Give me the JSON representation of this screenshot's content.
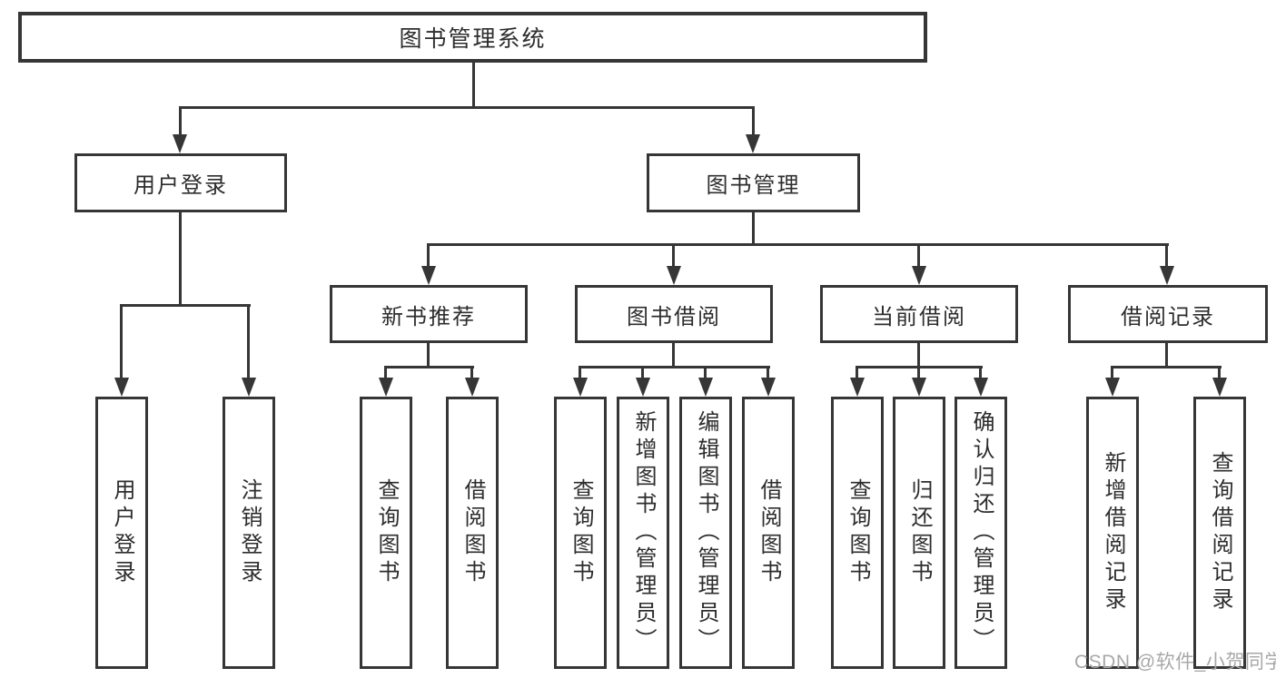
{
  "diagram": {
    "root": {
      "label": "图书管理系统"
    },
    "login_branch": {
      "label": "用户登录",
      "children": [
        {
          "label": "用户登录"
        },
        {
          "label": "注销登录"
        }
      ]
    },
    "mgmt_branch": {
      "label": "图书管理",
      "children": [
        {
          "label": "新书推荐",
          "children": [
            {
              "label": "查询图书"
            },
            {
              "label": "借阅图书"
            }
          ]
        },
        {
          "label": "图书借阅",
          "children": [
            {
              "label": "查询图书"
            },
            {
              "label": "新增图书（管理员）"
            },
            {
              "label": "编辑图书（管理员）"
            },
            {
              "label": "借阅图书"
            }
          ]
        },
        {
          "label": "当前借阅",
          "children": [
            {
              "label": "查询图书"
            },
            {
              "label": "归还图书"
            },
            {
              "label": "确认归还（管理员）"
            }
          ]
        },
        {
          "label": "借阅记录",
          "children": [
            {
              "label": "新增借阅记录"
            },
            {
              "label": "查询借阅记录"
            }
          ]
        }
      ]
    }
  },
  "watermark": "CSDN @软件_小贺同学",
  "colors": {
    "line": "#363636",
    "text": "#2d2d2d",
    "watermark": "#a8a8a8",
    "background": "#ffffff"
  }
}
